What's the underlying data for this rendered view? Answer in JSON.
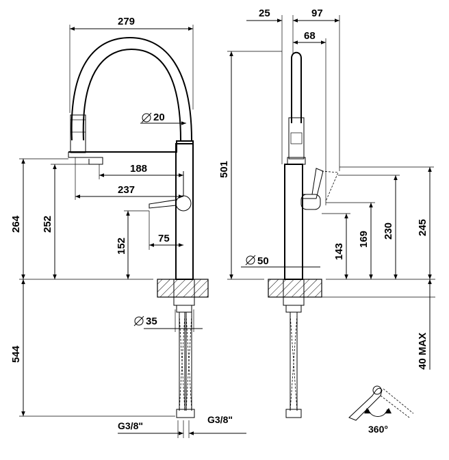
{
  "front_view": {
    "width_total": "279",
    "pipe_dia": "20",
    "spout_reach": "188",
    "spout_reach_total": "237",
    "height_spout": "264",
    "height_spout_tip": "252",
    "height_lever": "152",
    "lever_offset": "75",
    "hose_dia": "35",
    "hose_heights": "544",
    "thread_left": "G3/8\"",
    "thread_right": "G3/8\""
  },
  "side_view": {
    "offset_back": "25",
    "depth_total": "97",
    "depth_head": "68",
    "height_total": "501",
    "base_dia": "50",
    "height_lever_low": "143",
    "height_lever_mid": "169",
    "height_lever_high": "230",
    "height_lever_max": "245",
    "deck_max": "40 MAX"
  },
  "rotation": {
    "label": "360°"
  }
}
